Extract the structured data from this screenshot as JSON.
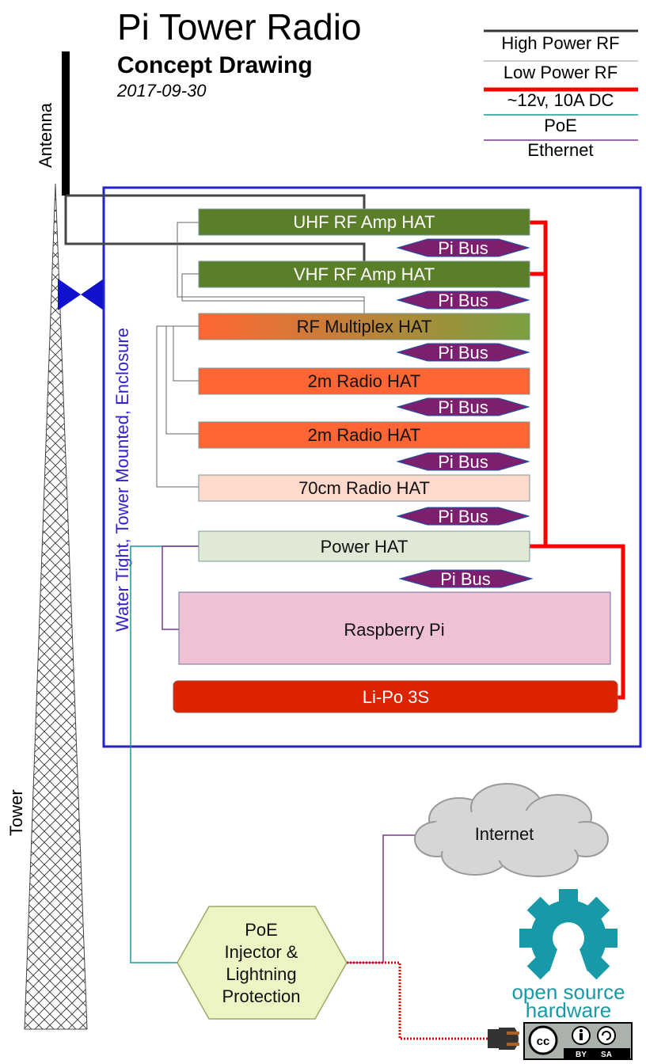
{
  "header": {
    "title": "Pi Tower Radio",
    "subtitle": "Concept Drawing",
    "date": "2017-09-30"
  },
  "legend": {
    "items": [
      {
        "label": "High Power RF",
        "color": "#333333"
      },
      {
        "label": "Low Power RF",
        "color": "#999999"
      },
      {
        "label": "~12v, 10A DC",
        "color": "#ff0000"
      },
      {
        "label": "PoE",
        "color": "#1a9a99"
      },
      {
        "label": "Ethernet",
        "color": "#7a3a8a"
      }
    ]
  },
  "labels": {
    "antenna": "Antenna",
    "tower": "Tower",
    "enclosure": "Water Tight, Tower Mounted, Enclosure"
  },
  "hats": [
    {
      "label": "UHF RF Amp HAT",
      "fill": "#5a7f28"
    },
    {
      "label": "VHF RF Amp HAT",
      "fill": "#5a7f28"
    },
    {
      "label": "RF Multiplex HAT",
      "fill": "gradient"
    },
    {
      "label": "2m Radio HAT",
      "fill": "#ff6633"
    },
    {
      "label": "2m Radio HAT",
      "fill": "#ff6633"
    },
    {
      "label": "70cm Radio HAT",
      "fill": "#ffd9cc"
    },
    {
      "label": "Power HAT",
      "fill": "#dfe9d6"
    }
  ],
  "bus_label": "Pi Bus",
  "bus_color": "#7b1f6e",
  "raspberry_pi": "Raspberry Pi",
  "battery": "Li-Po 3S",
  "internet": "Internet",
  "poe_injector": [
    "PoE",
    "Injector &",
    "Lightning",
    "Protection"
  ],
  "osh": [
    "open source",
    "hardware"
  ],
  "license": {
    "by": "BY",
    "sa": "SA"
  },
  "colors": {
    "enclosure": "#2222cc",
    "red_dc": "#ff0000",
    "poe": "#1a9a99",
    "ethernet": "#7a3a8a",
    "battery": "#dd2200",
    "pi": "#f0c0d4",
    "osh": "#1899a8"
  }
}
